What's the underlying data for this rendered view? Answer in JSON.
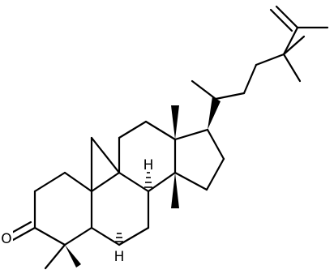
{
  "atom_labels": {
    "oxygen": "O",
    "h_c5": "H",
    "h_c8": "H"
  },
  "colors": {
    "ink": "#000000",
    "background": "#ffffff"
  }
}
